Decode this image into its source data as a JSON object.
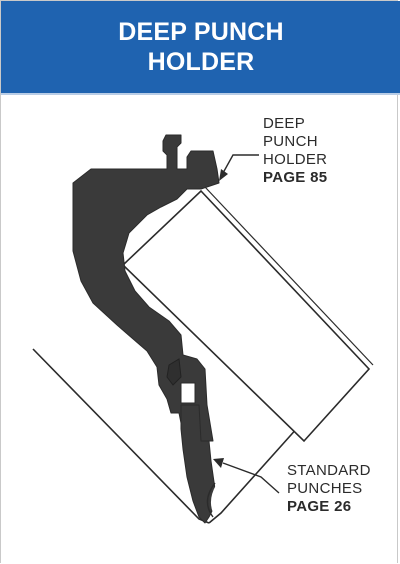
{
  "header": {
    "title_line1": "DEEP PUNCH",
    "title_line2": "HOLDER"
  },
  "callouts": {
    "holder": {
      "lines": [
        "DEEP",
        "PUNCH",
        "HOLDER"
      ],
      "page_ref": "PAGE 85"
    },
    "punches": {
      "lines": [
        "STANDARD",
        "PUNCHES"
      ],
      "page_ref": "PAGE 26"
    }
  },
  "colors": {
    "header_bg": "#1f63b0",
    "part_fill": "#3a3a3a",
    "line": "#2b2b2b"
  }
}
